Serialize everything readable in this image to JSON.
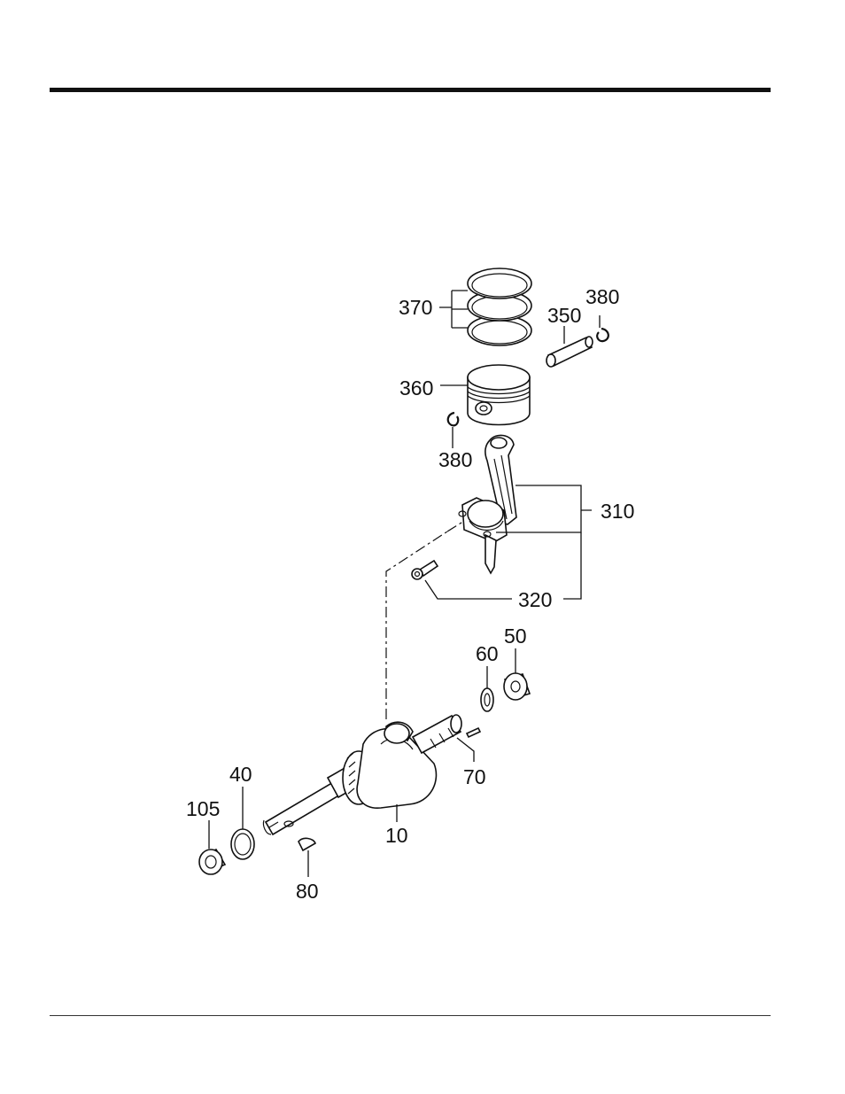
{
  "parts": [
    {
      "id": "p370",
      "label": "370"
    },
    {
      "id": "p380a",
      "label": "380"
    },
    {
      "id": "p350",
      "label": "350"
    },
    {
      "id": "p360",
      "label": "360"
    },
    {
      "id": "p380b",
      "label": "380"
    },
    {
      "id": "p310",
      "label": "310"
    },
    {
      "id": "p320",
      "label": "320"
    },
    {
      "id": "p50",
      "label": "50"
    },
    {
      "id": "p60",
      "label": "60"
    },
    {
      "id": "p70",
      "label": "70"
    },
    {
      "id": "p40",
      "label": "40"
    },
    {
      "id": "p105",
      "label": "105"
    },
    {
      "id": "p10",
      "label": "10"
    },
    {
      "id": "p80",
      "label": "80"
    }
  ]
}
